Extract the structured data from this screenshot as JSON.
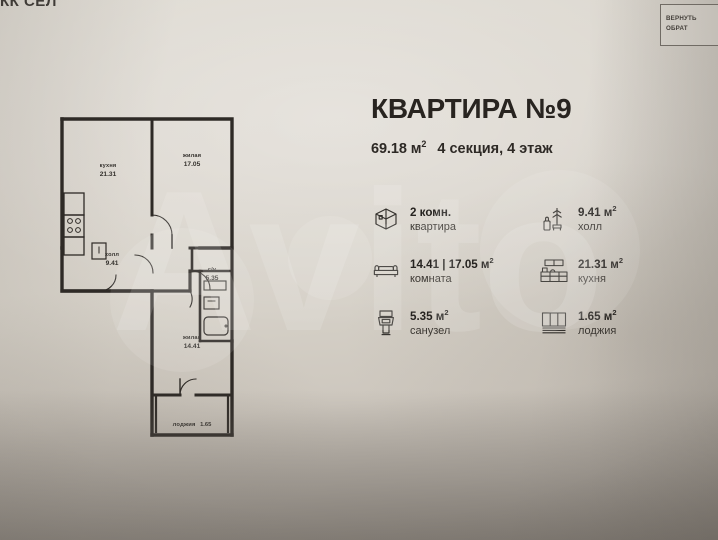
{
  "page": {
    "background_color": "#d9d4cc",
    "ink_color": "#282420",
    "cut_off_header": "КК СЕЛ",
    "watermark_text": "Avito"
  },
  "return_stamp": {
    "line1": "ВЕРНУТЬ",
    "line2": "ОБРАТ"
  },
  "title": {
    "main": "КВАРТИРА №9",
    "area": "69.18 м",
    "area_sup": "2",
    "section_floor": "4 секция, 4 этаж"
  },
  "legend": {
    "left": [
      {
        "icon": "apartment-cube-icon",
        "value": "2 комн.",
        "value_sup": "",
        "label": "квартира"
      },
      {
        "icon": "sofa-icon",
        "value": "14.41 | 17.05 м",
        "value_sup": "2",
        "label": "комната"
      },
      {
        "icon": "toilet-icon",
        "value": "5.35 м",
        "value_sup": "2",
        "label": "санузел"
      }
    ],
    "right": [
      {
        "icon": "coat-rack-icon",
        "value": "9.41 м",
        "value_sup": "2",
        "label": "холл"
      },
      {
        "icon": "kitchen-cabinets-icon",
        "value": "21.31 м",
        "value_sup": "2",
        "label": "кухня"
      },
      {
        "icon": "window-balcony-icon",
        "value": "1.65 м",
        "value_sup": "2",
        "label": "лоджия"
      }
    ]
  },
  "floor_plan": {
    "rooms": [
      {
        "name": "кухня",
        "area": "21.31"
      },
      {
        "name": "жилая",
        "area": "17.05"
      },
      {
        "name": "холл",
        "area": "9.41"
      },
      {
        "name": "с/у",
        "area": "5.35"
      },
      {
        "name": "жилая",
        "area": "14.41"
      },
      {
        "name": "лоджия",
        "area": "1.65"
      }
    ]
  }
}
